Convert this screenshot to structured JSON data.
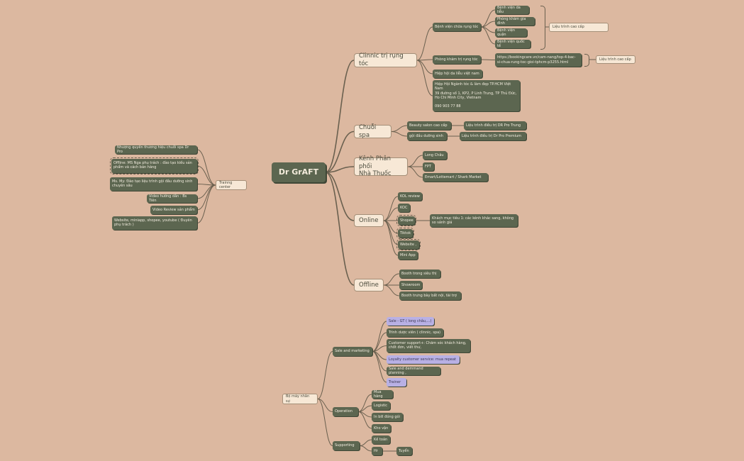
{
  "nodes": {
    "root": "Dr GrAFT",
    "clinic": "Clinnic trị rụng tóc",
    "chain_spa": "Chuỗi spa",
    "pharmacy": "Kênh Phân phối\nNhà Thuốc",
    "online": "Online",
    "offline": "Offline",
    "hospital": "Bệnh viện chữa rụng tóc",
    "bv_dalieu": "Bệnh viện da liễu",
    "pk_giadinh": "Phòng khám gia đình",
    "bv_quan": "Bệnh viện quận",
    "bv_quocte": "Bệnh viện quốc tế",
    "lieutrinh_caocap_1": "Liệu trình cao cấp",
    "pk_rungtoc": "Phòng khám trị rụng tóc",
    "url": "https://bookingcare.vn/cam-nang/top-4-bac-si-chua-rung-toc-gioi-tphcm-p3255.html",
    "lieutrinh_caocap_2": "Liệu trình cao cấp",
    "hh_dalieu": "Hiệp hội da liễu việt nam",
    "hh_nganhtoc": "Hiệp Hội Ngành tóc & làm đẹp TP.HCM Việt Nam\n39 đường số 1, KP2, P Linh Trung, TP Thủ Đức, Ho Chi Minh City, Vietnam\n\n090 903 77 88",
    "beauty_salon": "Beauty salon cao cấp",
    "lt_pro_trung": "Liệu trình điều trị DR Pro Trung",
    "goi_dau": "gội đầu dưỡng sinh",
    "lt_pro_premium": "Liệu trình điều trị Dr Pro Premium",
    "long_chau": "Long Châu",
    "fpt": "FPT",
    "emart": "Emart/Lottemart / Shark Market",
    "kol": "KOL review",
    "koc": "KOC",
    "shopee": "Shopee",
    "khach_muc_tieu": "Khách mục tiêu 1: các kênh khác sang, không so sánh giá",
    "tiktok": "Tiktok",
    "website": "Website ,",
    "miniapp": "Mini App",
    "booth_sieuthi": "Booth trong siêu thị",
    "showroom": "Showroom",
    "booth_noithat": "Booth trưng bày bất nội, tài trợ",
    "training_center": "Trainng center",
    "nhuong_quyen": "Nhượng quyền thương hiệu chuỗi spa Dr Pro",
    "offline_ms_nga": "Offline: MS Nga phụ trách : đào tạo kiếu sản phẩm và cách bán hàng",
    "ms_my": "Ms. My: Đào tạo liệu trình gội đầu dưỡng sinh chuyên sâu",
    "video_hd": "Video hướng dẫn : Bs Tiên",
    "video_review": "Video Review sản phẩm",
    "website_mini": "Website, miniapp, shopee, youtube ( Đuyên phụ trách )",
    "bo_may": "Bộ máy nhân sự",
    "sale_mkt": "Sale and marketing",
    "sale_gt": "Sale - GT ( long châu,...)",
    "trinh_duoc": "Trình dược viên ( clinnic, spa)",
    "cs": "Customer support+: Chăm sóc khách hàng, chốt đơn, viết thư,",
    "loyalty": "Loyalty customer service: mua repeat",
    "demand": "Sale and demmand planning ,",
    "trainer": "Trainer",
    "operation": "Operation",
    "mua_hang": "Mua hàng",
    "logistic": "Logistic",
    "in_bill": "In bill đóng gói",
    "kho_van": "Kho vận",
    "supporting": "Supporting",
    "ke_toan": "Kế toán",
    "hr": "Hr",
    "tuyen": "Tuyển"
  },
  "colors": {
    "background": "#dcb8a0",
    "node_dark": "#5c6650",
    "node_light": "#f7e8d6",
    "node_lavender": "#b8b0e4",
    "connector": "#6a604f"
  }
}
